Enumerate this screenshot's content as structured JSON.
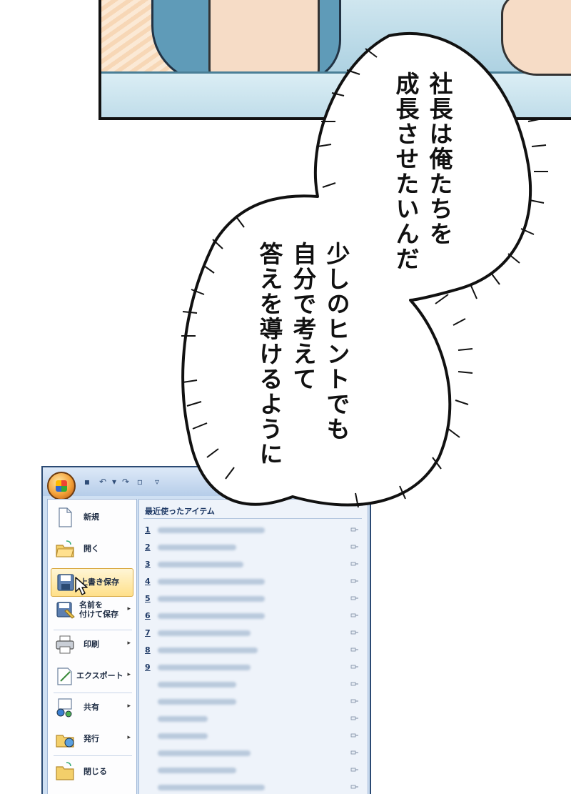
{
  "bubble": {
    "text_a": "社長は俺たちを\n成長させたいんだ",
    "text_b": "少しのヒントでも\n自分で考えて\n答えを導けるように"
  },
  "office_menu": {
    "recent_header": "最近使ったアイテム",
    "items": [
      {
        "label": "新規",
        "icon": "new-document-icon"
      },
      {
        "label": "開く",
        "icon": "open-folder-icon"
      },
      {
        "label": "上書き保存",
        "icon": "save-floppy-icon",
        "highlighted": true
      },
      {
        "label": "名前を\n付けて保存",
        "icon": "save-as-icon",
        "submenu": true
      },
      {
        "label": "印刷",
        "icon": "printer-icon",
        "submenu": true
      },
      {
        "label": "エクスポート",
        "icon": "export-icon",
        "submenu": true
      },
      {
        "label": "共有",
        "icon": "share-icon",
        "submenu": true
      },
      {
        "label": "発行",
        "icon": "publish-icon",
        "submenu": true
      },
      {
        "label": "閉じる",
        "icon": "close-folder-icon"
      }
    ],
    "recent_numbers": [
      "1",
      "2",
      "3",
      "4",
      "5",
      "6",
      "7",
      "8",
      "9"
    ],
    "submenu_arrow": "▸"
  },
  "colors": {
    "window_border": "#2b4a73",
    "highlight": "#ffe08a",
    "bubble_outline": "#111111"
  }
}
